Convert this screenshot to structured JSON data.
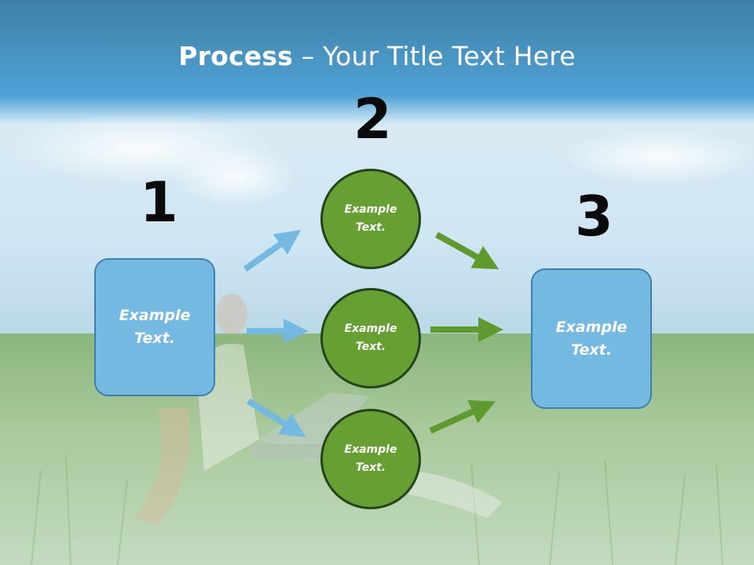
{
  "title": {
    "bold": "Process",
    "rest": " – Your Title Text Here"
  },
  "steps": {
    "one": "1",
    "two": "2",
    "three": "3"
  },
  "boxes": {
    "left": "Example\nText.",
    "right": "Example\nText."
  },
  "circles": {
    "top": "Example\nText.",
    "middle": "Example\nText.",
    "bottom": "Example\nText."
  },
  "colors": {
    "box_fill": "#74b9e2",
    "box_border": "#3f7fae",
    "circle_fill": "#67a032",
    "circle_border": "#24431a",
    "arrow_blue": "#74b9e2",
    "arrow_green": "#5e9a2d"
  }
}
